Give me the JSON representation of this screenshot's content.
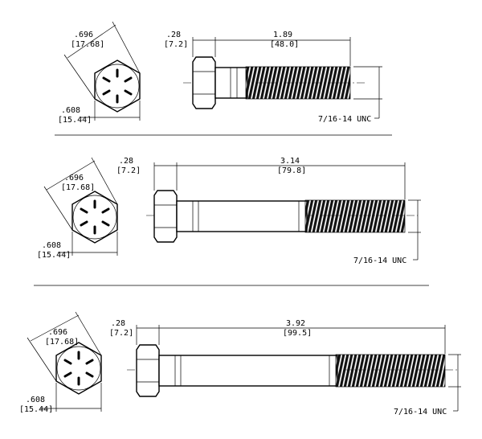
{
  "drawing": {
    "title": "",
    "bolts": [
      {
        "id": "bolt-1",
        "across_corners": {
          "inch": ".696",
          "mm": "[17.68]"
        },
        "across_flats": {
          "inch": ".608",
          "mm": "[15.44]"
        },
        "head_height": {
          "inch": ".28",
          "mm": "[7.2]"
        },
        "length": {
          "inch": "1.89",
          "mm": "[48.0]"
        },
        "thread_callout": "7/16-14 UNC"
      },
      {
        "id": "bolt-2",
        "across_corners": {
          "inch": ".696",
          "mm": "[17.68]"
        },
        "across_flats": {
          "inch": ".608",
          "mm": "[15.44]"
        },
        "head_height": {
          "inch": ".28",
          "mm": "[7.2]"
        },
        "length": {
          "inch": "3.14",
          "mm": "[79.8]"
        },
        "thread_callout": "7/16-14 UNC"
      },
      {
        "id": "bolt-3",
        "across_corners": {
          "inch": ".696",
          "mm": "[17.68]"
        },
        "across_flats": {
          "inch": ".608",
          "mm": "[15.44]"
        },
        "head_height": {
          "inch": ".28",
          "mm": "[7.2]"
        },
        "length": {
          "inch": "3.92",
          "mm": "[99.5]"
        },
        "thread_callout": "7/16-14 UNC"
      }
    ]
  },
  "colors": {
    "line": "#000000",
    "background": "#ffffff"
  }
}
